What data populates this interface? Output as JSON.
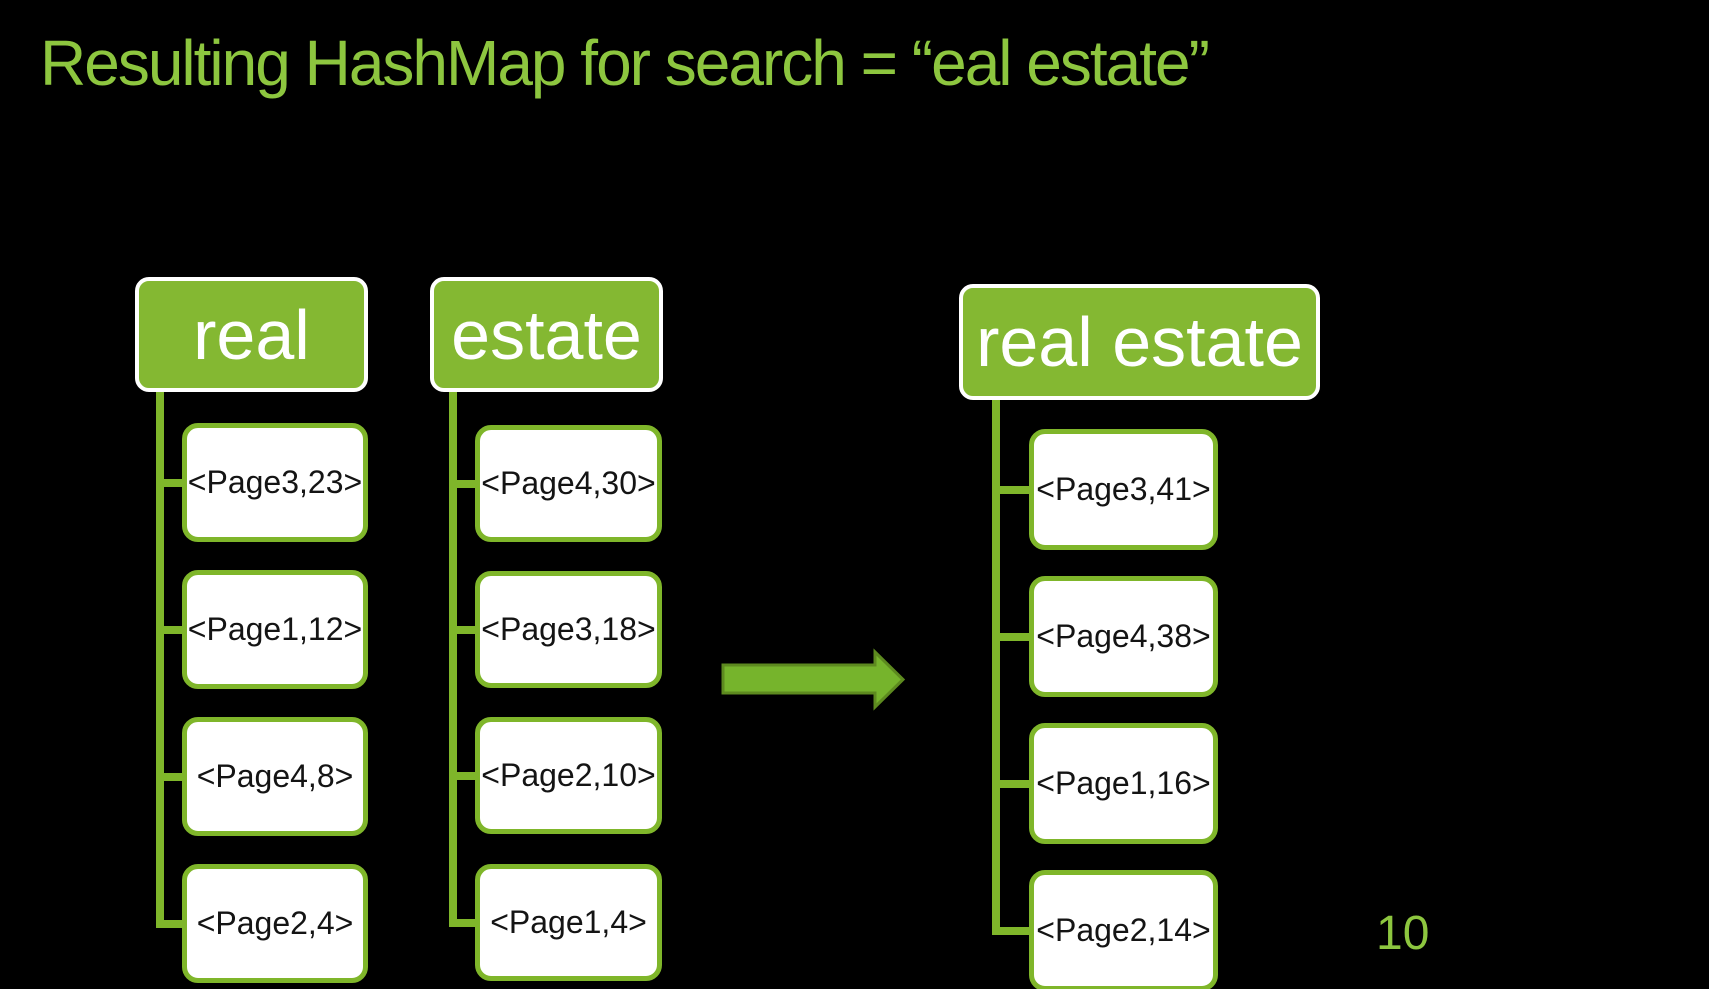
{
  "title": "Resulting HashMap for search = “eal estate”",
  "page_number": "10",
  "colors": {
    "background": "#000000",
    "accent_green": "#8DC63F",
    "header_fill": "#84B832",
    "header_text": "#FFFFFF",
    "box_border_green": "#7FB62A",
    "child_text": "#141414",
    "arrow_fill": "#76B42C",
    "arrow_border": "#5D8A1F"
  },
  "diagram": {
    "type": "hierarchy-trees",
    "columns": [
      {
        "header": "real",
        "children": [
          "<Page3,23>",
          "<Page1,12>",
          "<Page4,8>",
          "<Page2,4>"
        ]
      },
      {
        "header": "estate",
        "children": [
          "<Page4,30>",
          "<Page3,18>",
          "<Page2,10>",
          "<Page1,4>"
        ]
      },
      {
        "header": "real estate",
        "children": [
          "<Page3,41>",
          "<Page4,38>",
          "<Page1,16>",
          "<Page2,14>"
        ]
      }
    ],
    "arrow_icon": "right-arrow"
  }
}
